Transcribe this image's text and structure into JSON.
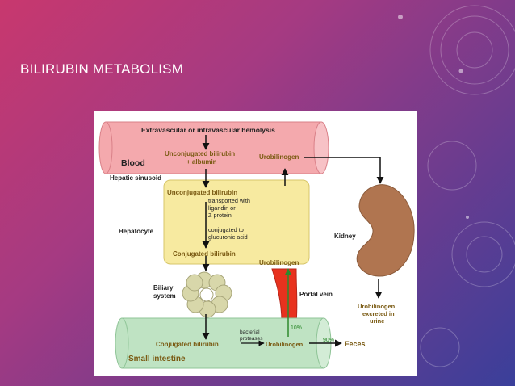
{
  "slide": {
    "title": "BILIRUBIN METABOLISM"
  },
  "diagram": {
    "blood": {
      "hemolysis": "Extravascular or intravascular hemolysis",
      "label": "Blood",
      "unconjugated_line1": "Unconjugated bilirubin",
      "unconjugated_line2": "+ albumin",
      "urobilinogen": "Urobilinogen"
    },
    "hepatic_sinusoid": "Hepatic sinusoid",
    "hepatocyte": {
      "label": "Hepatocyte",
      "unconjugated": "Unconjugated bilirubin",
      "transport_lines": [
        "transported with",
        "ligandin or",
        "Z protein"
      ],
      "conjugation_lines": [
        "conjugated to",
        "glucuronic acid"
      ],
      "conjugated": "Conjugated bilirubin",
      "urobilinogen": "Urobilinogen"
    },
    "kidney": {
      "label": "Kidney",
      "excreted_lines": [
        "Urobilinogen",
        "excreted in",
        "urine"
      ]
    },
    "biliary_system_lines": [
      "Biliary",
      "system"
    ],
    "portal_vein": "Portal vein",
    "intestine": {
      "label": "Small intestine",
      "conjugated": "Conjugated bilirubin",
      "protease_lines": [
        "bacterial",
        "proteases"
      ],
      "urobilinogen": "Urobilinogen",
      "pct_reabsorbed": "10%",
      "pct_feces": "90%",
      "feces": "Feces"
    }
  },
  "colors": {
    "blood_fill": "#f4a9ad",
    "hepatocyte_fill": "#f7eaa0",
    "kidney_fill": "#b07550",
    "intestine_fill": "#bfe3c3",
    "portal_vein_fill": "#e8321e",
    "biliary_fill": "#d8d7aa",
    "accent_text": "#7a5a12",
    "green_arrow": "#2d8a2d"
  }
}
